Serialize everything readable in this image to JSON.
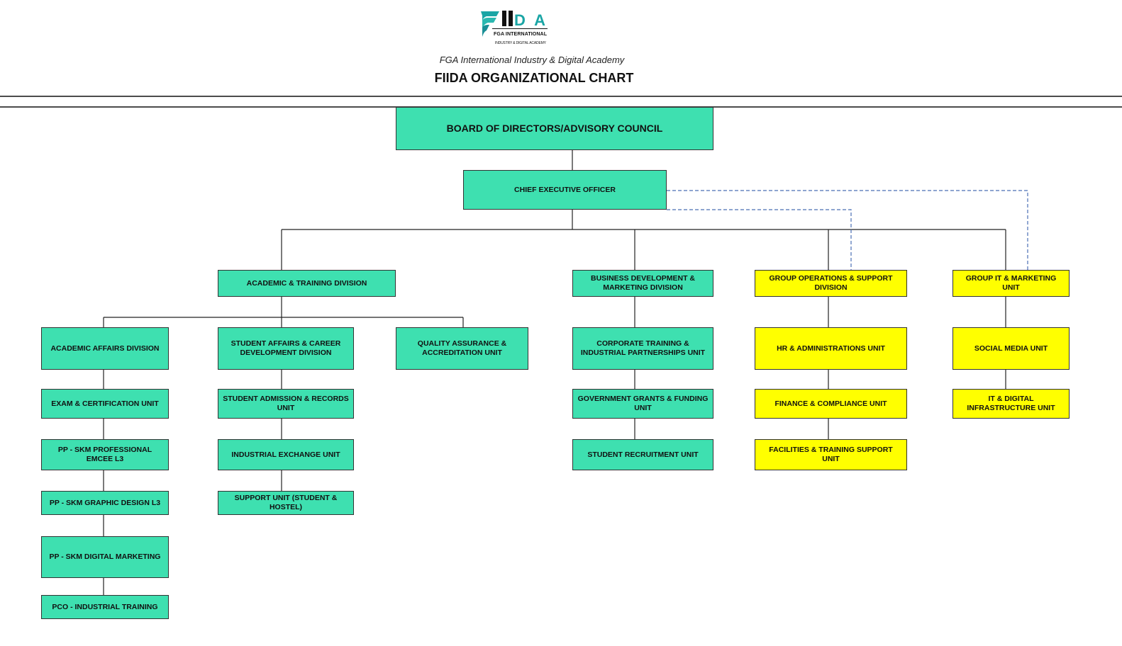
{
  "header": {
    "logo_text": "FIIDA",
    "logo_sub1": "FGA INTERNATIONAL",
    "logo_sub2": "INDUSTRY & DIGITAL ACADEMY",
    "subtitle": "FGA International Industry & Digital Academy",
    "title": "FIIDA ORGANIZATIONAL CHART"
  },
  "colors": {
    "green": "#3ee0b0",
    "yellow": "#ffff00",
    "dashed_line": "#4a6fb5"
  },
  "nodes": {
    "board": "BOARD OF DIRECTORS/ADVISORY COUNCIL",
    "ceo": "CHIEF EXECUTIVE OFFICER",
    "academic": "ACADEMIC & TRAINING DIVISION",
    "bizdev": "BUSINESS DEVELOPMENT & MARKETING DIVISION",
    "groupops": "GROUP OPERATIONS & SUPPORT DIVISION",
    "groupit": "GROUP IT & MARKETING UNIT",
    "acad_affairs": "ACADEMIC AFFAIRS DIVISION",
    "exam": "EXAM & CERTIFICATION UNIT",
    "pp_emcee": "PP - SKM PROFESSIONAL EMCEE L3",
    "pp_graphic": "PP - SKM GRAPHIC DESIGN L3",
    "pp_digital": "PP - SKM DIGITAL MARKETING",
    "pco": "PCO - INDUSTRIAL  TRAINING",
    "student_affairs": "STUDENT AFFAIRS & CAREER DEVELOPMENT DIVISION",
    "admission": "STUDENT ADMISSION & RECORDS UNIT",
    "exchange": "INDUSTRIAL EXCHANGE UNIT",
    "support": "SUPPORT UNIT (STUDENT & HOSTEL)",
    "qa": "QUALITY ASSURANCE & ACCREDITATION UNIT",
    "corporate": "CORPORATE TRAINING & INDUSTRIAL PARTNERSHIPS UNIT",
    "grants": "GOVERNMENT GRANTS & FUNDING UNIT",
    "recruitment": "STUDENT RECRUITMENT UNIT",
    "hr": "HR & ADMINISTRATIONS UNIT",
    "finance": "FINANCE & COMPLIANCE UNIT",
    "facilities": "FACILITIES & TRAINING SUPPORT UNIT",
    "social": "SOCIAL MEDIA UNIT",
    "itinfra": "IT & DIGITAL INFRASTRUCTURE UNIT"
  }
}
